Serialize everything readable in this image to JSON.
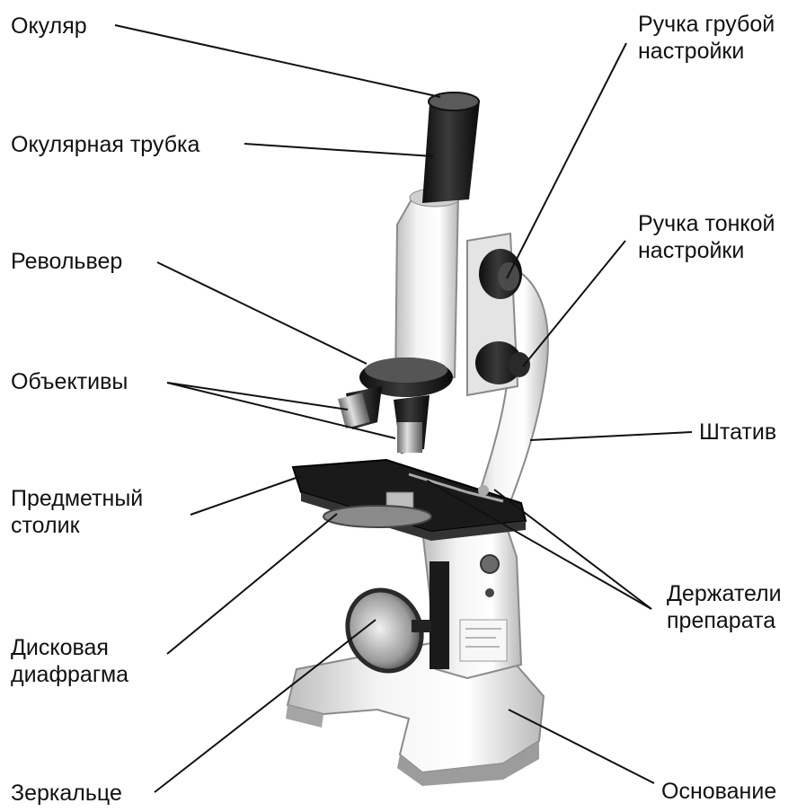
{
  "labels": {
    "eyepiece": "Окуляр",
    "eyepiece_tube": "Окулярная трубка",
    "revolver": "Револьвер",
    "objectives": "Объективы",
    "stage_line1": "Предметный",
    "stage_line2": "столик",
    "diaphragm_line1": "Дисковая",
    "diaphragm_line2": "диафрагма",
    "mirror": "Зеркальце",
    "coarse_line1": "Ручка грубой",
    "coarse_line2": "настройки",
    "fine_line1": "Ручка тонкой",
    "fine_line2": "настройки",
    "stand": "Штатив",
    "holders_line1": "Держатели",
    "holders_line2": "препарата",
    "base": "Основание"
  },
  "colors": {
    "body": "#e9e9e9",
    "dark": "#1c1c1c",
    "line": "#111111"
  }
}
